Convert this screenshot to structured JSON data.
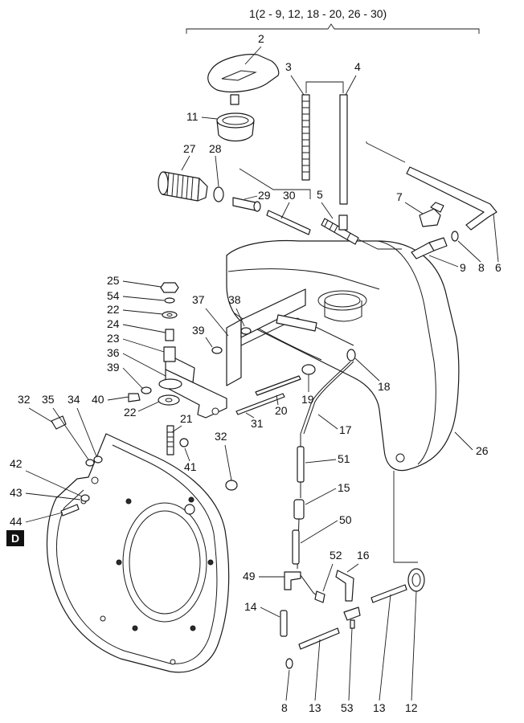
{
  "assembly_label": "1(2 - 9, 12, 18 - 20, 26 - 30)",
  "section_badge": "D",
  "callouts": {
    "c2": "2",
    "c3": "3",
    "c4": "4",
    "c11": "11",
    "c27": "27",
    "c28": "28",
    "c29": "29",
    "c30": "30",
    "c5": "5",
    "c7": "7",
    "c9": "9",
    "c8a": "8",
    "c6": "6",
    "c25": "25",
    "c54": "54",
    "c22a": "22",
    "c24": "24",
    "c23": "23",
    "c36": "36",
    "c39a": "39",
    "c40": "40",
    "c22b": "22",
    "c37": "37",
    "c38": "38",
    "c39b": "39",
    "c21": "21",
    "c31": "31",
    "c20": "20",
    "c19": "19",
    "c18": "18",
    "c17": "17",
    "c26": "26",
    "c32a": "32",
    "c35": "35",
    "c34": "34",
    "c32b": "32",
    "c41": "41",
    "c42": "42",
    "c43": "43",
    "c44": "44",
    "c51": "51",
    "c15": "15",
    "c50": "50",
    "c52": "52",
    "c16": "16",
    "c49": "49",
    "c14": "14",
    "c8b": "8",
    "c13a": "13",
    "c53": "53",
    "c13b": "13",
    "c12": "12"
  }
}
